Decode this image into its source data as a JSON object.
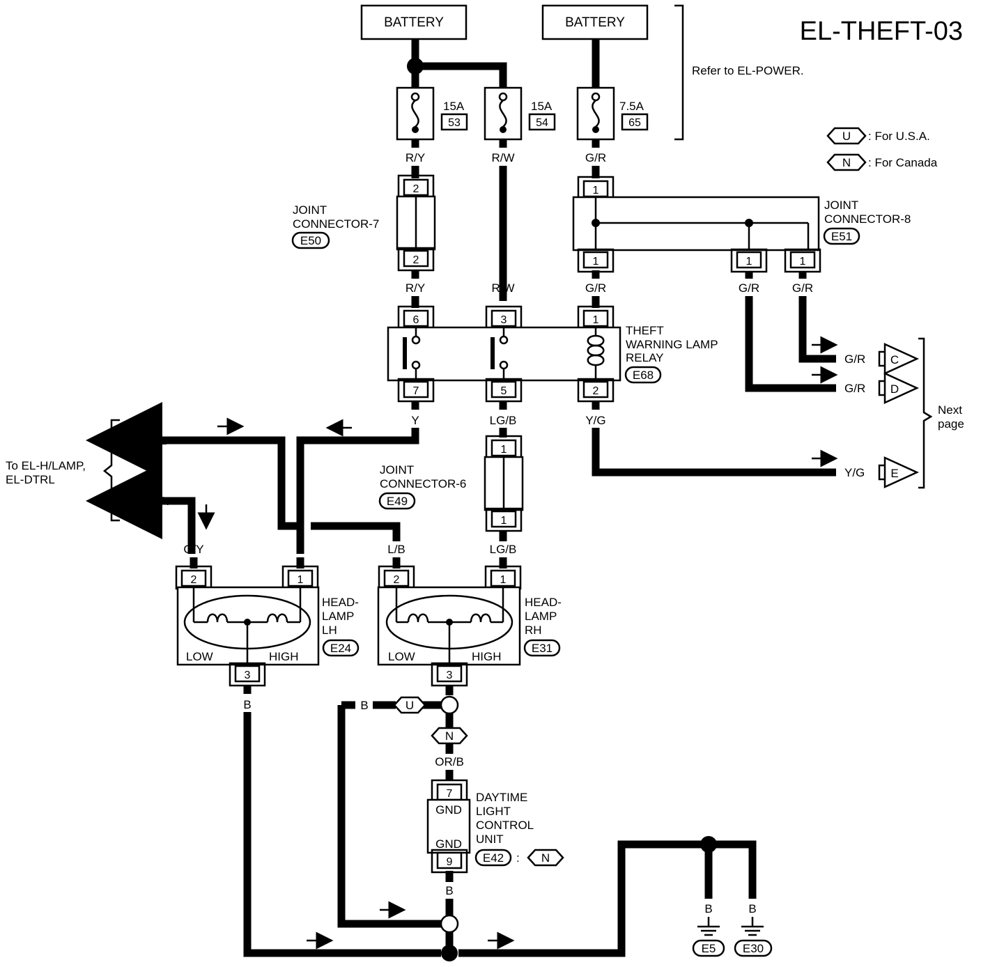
{
  "page": {
    "code": "EL-THEFT-03"
  },
  "power": {
    "battery1": "BATTERY",
    "battery2": "BATTERY",
    "refer": "Refer to EL-POWER."
  },
  "fuses": [
    {
      "amps": "15A",
      "num": "53"
    },
    {
      "amps": "15A",
      "num": "54"
    },
    {
      "amps": "7.5A",
      "num": "65"
    }
  ],
  "legend": {
    "u": {
      "sym": "U",
      "text": ": For U.S.A."
    },
    "n": {
      "sym": "N",
      "text": ": For Canada"
    }
  },
  "components": {
    "jc7": {
      "line1": "JOINT",
      "line2": "CONNECTOR-7",
      "id": "E50"
    },
    "jc8": {
      "line1": "JOINT",
      "line2": "CONNECTOR-8",
      "id": "E51"
    },
    "jc6": {
      "line1": "JOINT",
      "line2": "CONNECTOR-6",
      "id": "E49"
    },
    "relay": {
      "line1": "THEFT",
      "line2": "WARNING LAMP",
      "line3": "RELAY",
      "id": "E68"
    },
    "hl_lh": {
      "line1": "HEAD-",
      "line2": "LAMP",
      "line3": "LH",
      "id": "E24",
      "low": "LOW",
      "high": "HIGH"
    },
    "hl_rh": {
      "line1": "HEAD-",
      "line2": "LAMP",
      "line3": "RH",
      "id": "E31",
      "low": "LOW",
      "high": "HIGH"
    },
    "dtrl": {
      "line1": "DAYTIME",
      "line2": "LIGHT",
      "line3": "CONTROL",
      "line4": "UNIT",
      "id": "E42",
      "sep": ":",
      "cond": "N",
      "gnd1": "GND",
      "gnd2": "GND"
    }
  },
  "wires": {
    "ry1": "R/Y",
    "rw1": "R/W",
    "gr1": "G/R",
    "ry2": "R/Y",
    "rw2": "R/W",
    "gr2": "G/R",
    "gr3": "G/R",
    "gr4": "G/R",
    "y_out": "Y",
    "lgb1": "LG/B",
    "yg1": "Y/G",
    "lb_left": "L/B",
    "gy_left": "G/Y",
    "gy_lh": "G/Y",
    "y_lh": "Y",
    "lb_rh": "L/B",
    "lgb_rh": "LG/B",
    "b_lh": "B",
    "b_u": "B",
    "orb": "OR/B",
    "b_dtrl": "B",
    "b_e5": "B",
    "b_e30": "B",
    "gr_c": "G/R",
    "gr_d": "G/R",
    "yg_e": "Y/G"
  },
  "pins": {
    "jc7_top": "2",
    "jc7_bot": "2",
    "jc8_top": "1",
    "jc8_bot1": "1",
    "jc8_bot2": "1",
    "jc8_bot3": "1",
    "relay_6": "6",
    "relay_3": "3",
    "relay_1": "1",
    "relay_7": "7",
    "relay_5": "5",
    "relay_2": "2",
    "jc6_top": "1",
    "jc6_bot": "1",
    "lh_2": "2",
    "lh_1": "1",
    "lh_3": "3",
    "rh_2": "2",
    "rh_1": "1",
    "rh_3": "3",
    "dtrl_7": "7",
    "dtrl_9": "9"
  },
  "connectors": {
    "c": "C",
    "d": "D",
    "e": "E",
    "next1": "Next",
    "next2": "page",
    "to1": "To EL-H/LAMP,",
    "to2": "EL-DTRL"
  },
  "markers": {
    "u": "U",
    "n": "N"
  },
  "grounds": {
    "e5": "E5",
    "e30": "E30"
  }
}
